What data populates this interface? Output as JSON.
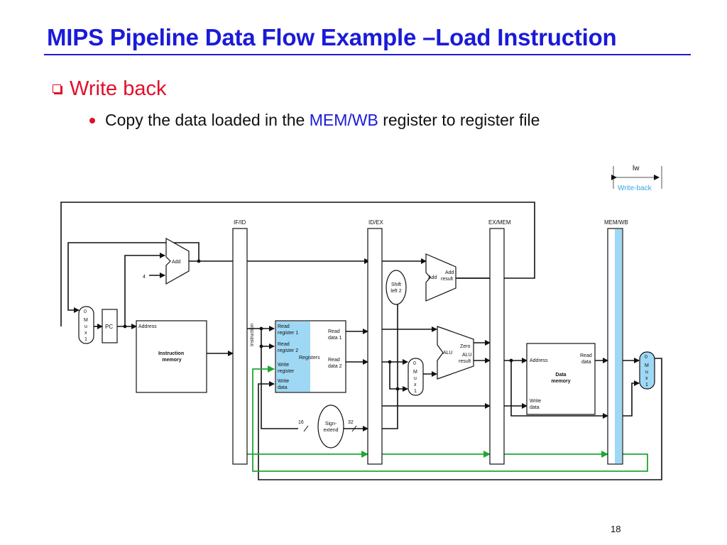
{
  "slide": {
    "title": "MIPS Pipeline Data Flow Example –Load Instruction",
    "bullet_1": "Write back",
    "bullet_2_pre": "Copy the data loaded in the ",
    "bullet_2_highlight": "MEM/WB",
    "bullet_2_post": " register to register file",
    "page_number": "18"
  },
  "legend": {
    "instruction": "lw",
    "stage": "Write-back"
  },
  "diagram": {
    "pipeline_registers": [
      "IF/ID",
      "ID/EX",
      "EX/MEM",
      "MEM/WB"
    ],
    "mux_label_top": "0",
    "mux_letters": [
      "M",
      "u",
      "x"
    ],
    "mux_label_bottom": "1",
    "pc": "PC",
    "add": "Add",
    "add_result": "Add\nresult",
    "constant_four": "4",
    "shift_left": "Shift\nleft 2",
    "instr_mem_address": "Address",
    "instr_mem_name": "Instruction\nmemory",
    "instruction_bus": "Instruction",
    "reg_read1": "Read\nregister 1",
    "reg_read2": "Read\nregister 2",
    "reg_write_reg": "Write\nregister",
    "reg_write_data": "Write\ndata",
    "reg_name": "Registers",
    "reg_rd1": "Read\ndata 1",
    "reg_rd2": "Read\ndata 2",
    "alu": "ALU",
    "alu_zero": "Zero",
    "alu_result": "ALU\nresult",
    "dm_address": "Address",
    "dm_read": "Read\ndata",
    "dm_name": "Data\nmemory",
    "dm_write": "Write\ndata",
    "sign_extend": "Sign-\nextend",
    "bits_in": "16",
    "bits_out": "32"
  },
  "colors": {
    "title": "#1a1ad8",
    "bullet_red": "#e0102b",
    "highlight_fill": "#9fd8f5",
    "wb_path": "#1ea832",
    "legend_blue": "#3aa3e0"
  }
}
